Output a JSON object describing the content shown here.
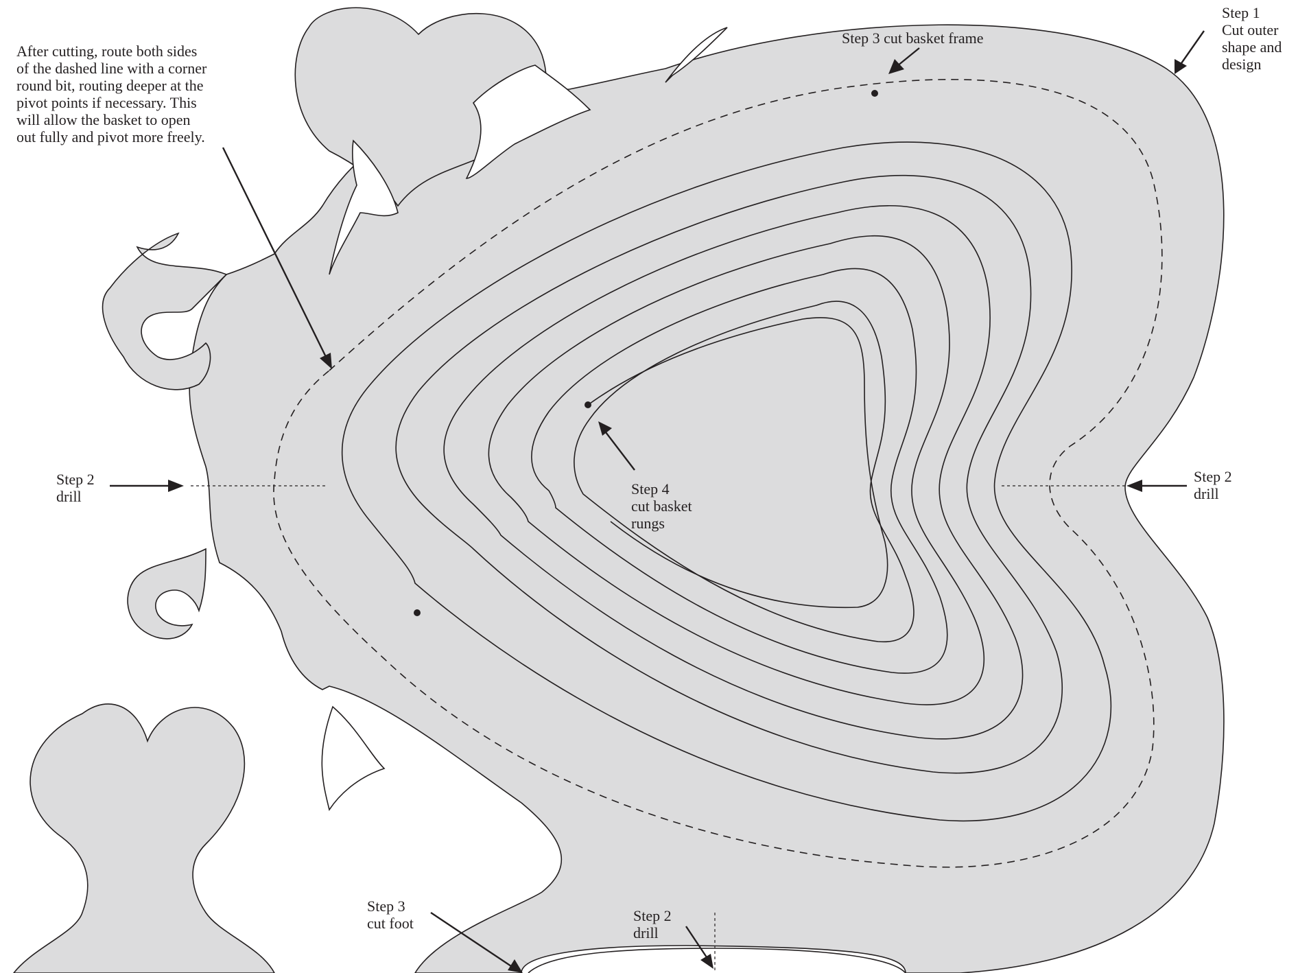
{
  "labels": {
    "step1": "Step 1\nCut outer\nshape and\ndesign",
    "step3_frame": "Step 3 cut basket frame",
    "route_note": "After cutting, route both sides\nof the dashed line with a corner\nround bit, routing deeper at the\npivot points if necessary. This\nwill allow the basket to open\nout fully and pivot more freely.",
    "step2_left": "Step 2\ndrill",
    "step2_right": "Step 2\ndrill",
    "step4": "Step 4\ncut basket\nrungs",
    "step3_foot": "Step 3\ncut foot",
    "step2_bottom": "Step 2\ndrill"
  }
}
